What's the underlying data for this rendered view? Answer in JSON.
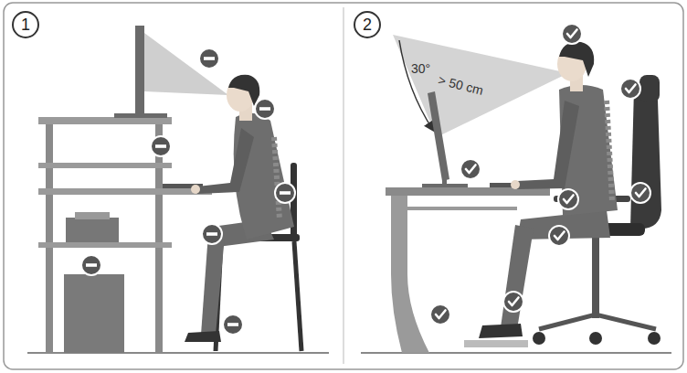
{
  "diagram": {
    "nodes": [
      {
        "text": [
          "1"
        ]
      },
      {
        "text": [
          "2"
        ]
      }
    ],
    "labels": [
      "30°",
      "> 50 cm"
    ]
  }
}
